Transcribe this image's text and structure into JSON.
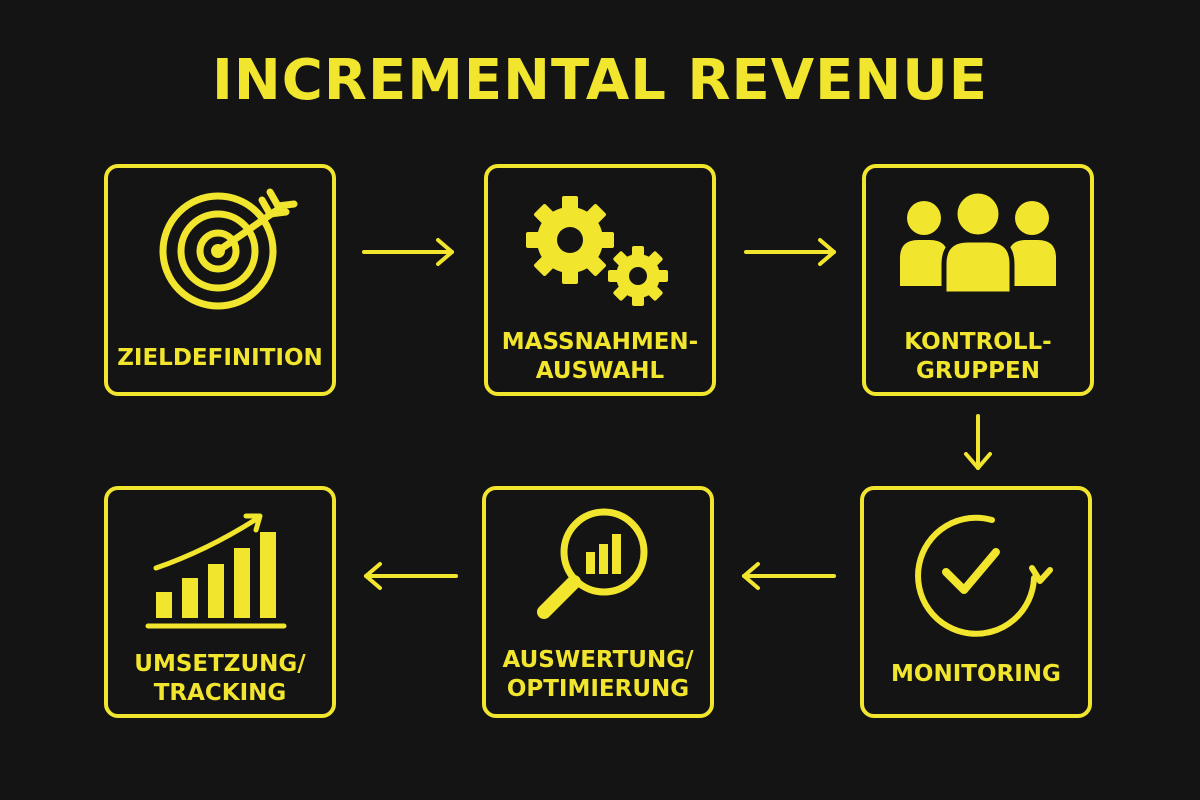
{
  "title": "INCREMENTAL REVENUE",
  "colors": {
    "background": "#141414",
    "accent": "#f2e52e"
  },
  "steps": [
    {
      "icon": "target-icon",
      "lines": [
        "ZIELDEFINITION"
      ]
    },
    {
      "icon": "gears-icon",
      "lines": [
        "MASSNAHMEN-",
        "AUSWAHL"
      ]
    },
    {
      "icon": "people-group-icon",
      "lines": [
        "KONTROLL-",
        "GRUPPEN"
      ]
    },
    {
      "icon": "check-cycle-icon",
      "lines": [
        "MONITORING"
      ]
    },
    {
      "icon": "magnifier-chart-icon",
      "lines": [
        "AUSWERTUNG/",
        "OPTIMIERUNG"
      ]
    },
    {
      "icon": "growth-chart-icon",
      "lines": [
        "UMSETZUNG/",
        "TRACKING"
      ]
    }
  ],
  "flow": [
    {
      "from": 1,
      "to": 2,
      "direction": "right"
    },
    {
      "from": 2,
      "to": 3,
      "direction": "right"
    },
    {
      "from": 3,
      "to": 4,
      "direction": "down"
    },
    {
      "from": 4,
      "to": 5,
      "direction": "left"
    },
    {
      "from": 5,
      "to": 6,
      "direction": "left"
    }
  ]
}
